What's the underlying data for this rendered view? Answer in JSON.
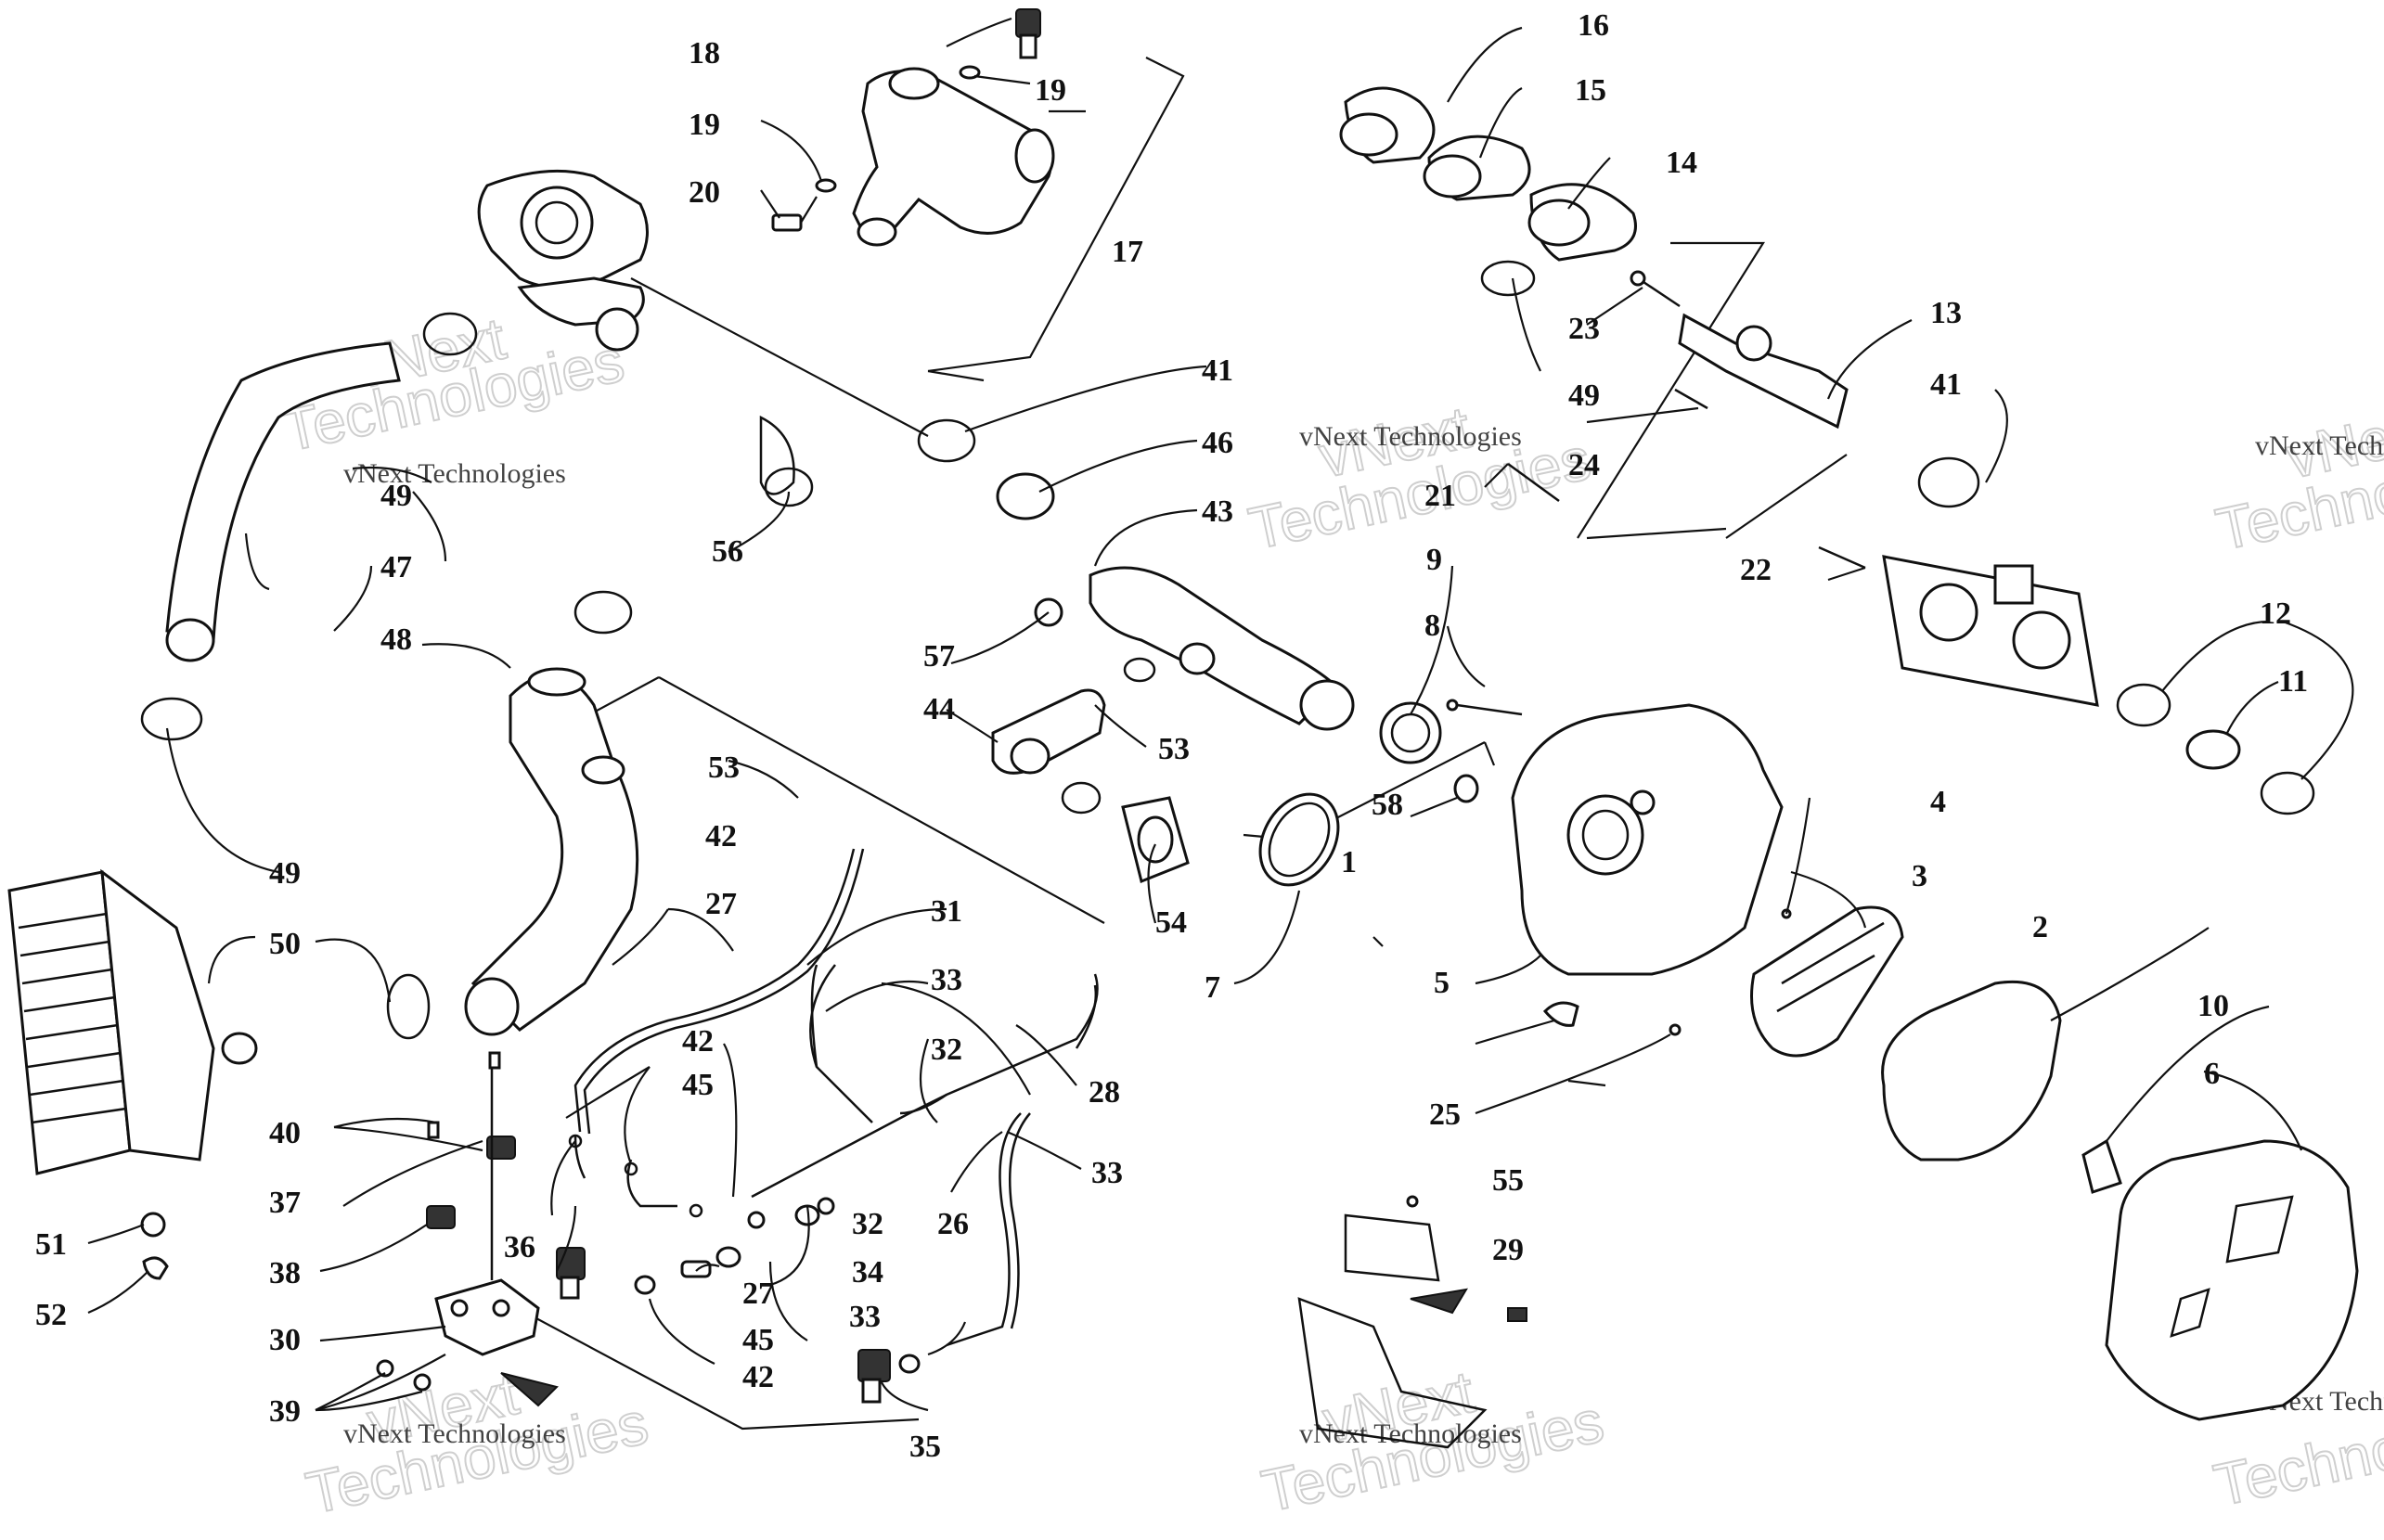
{
  "diagram": {
    "watermark": {
      "line1": "vNext Technologies",
      "line2_a": "vNext",
      "line2_b": "Technologies"
    },
    "callouts": [
      {
        "id": "c1",
        "label": "1"
      },
      {
        "id": "c2",
        "label": "2"
      },
      {
        "id": "c3",
        "label": "3"
      },
      {
        "id": "c4",
        "label": "4"
      },
      {
        "id": "c5",
        "label": "5"
      },
      {
        "id": "c6",
        "label": "6"
      },
      {
        "id": "c7",
        "label": "7"
      },
      {
        "id": "c8",
        "label": "8"
      },
      {
        "id": "c9",
        "label": "9"
      },
      {
        "id": "c10",
        "label": "10"
      },
      {
        "id": "c11",
        "label": "11"
      },
      {
        "id": "c12",
        "label": "12"
      },
      {
        "id": "c13",
        "label": "13"
      },
      {
        "id": "c14",
        "label": "14"
      },
      {
        "id": "c15",
        "label": "15"
      },
      {
        "id": "c16",
        "label": "16"
      },
      {
        "id": "c17",
        "label": "17"
      },
      {
        "id": "c18",
        "label": "18"
      },
      {
        "id": "c19a",
        "label": "19"
      },
      {
        "id": "c19b",
        "label": "19"
      },
      {
        "id": "c20",
        "label": "20"
      },
      {
        "id": "c21",
        "label": "21"
      },
      {
        "id": "c22",
        "label": "22"
      },
      {
        "id": "c23",
        "label": "23"
      },
      {
        "id": "c24",
        "label": "24"
      },
      {
        "id": "c25",
        "label": "25"
      },
      {
        "id": "c26",
        "label": "26"
      },
      {
        "id": "c27a",
        "label": "27"
      },
      {
        "id": "c27b",
        "label": "27"
      },
      {
        "id": "c28",
        "label": "28"
      },
      {
        "id": "c29",
        "label": "29"
      },
      {
        "id": "c30",
        "label": "30"
      },
      {
        "id": "c31",
        "label": "31"
      },
      {
        "id": "c32a",
        "label": "32"
      },
      {
        "id": "c32b",
        "label": "32"
      },
      {
        "id": "c33a",
        "label": "33"
      },
      {
        "id": "c33b",
        "label": "33"
      },
      {
        "id": "c33c",
        "label": "33"
      },
      {
        "id": "c34",
        "label": "34"
      },
      {
        "id": "c35",
        "label": "35"
      },
      {
        "id": "c36",
        "label": "36"
      },
      {
        "id": "c37",
        "label": "37"
      },
      {
        "id": "c38",
        "label": "38"
      },
      {
        "id": "c39",
        "label": "39"
      },
      {
        "id": "c40",
        "label": "40"
      },
      {
        "id": "c41a",
        "label": "41"
      },
      {
        "id": "c41b",
        "label": "41"
      },
      {
        "id": "c42a",
        "label": "42"
      },
      {
        "id": "c42b",
        "label": "42"
      },
      {
        "id": "c42c",
        "label": "42"
      },
      {
        "id": "c43",
        "label": "43"
      },
      {
        "id": "c44",
        "label": "44"
      },
      {
        "id": "c45a",
        "label": "45"
      },
      {
        "id": "c45b",
        "label": "45"
      },
      {
        "id": "c46",
        "label": "46"
      },
      {
        "id": "c47",
        "label": "47"
      },
      {
        "id": "c48",
        "label": "48"
      },
      {
        "id": "c49a",
        "label": "49"
      },
      {
        "id": "c49b",
        "label": "49"
      },
      {
        "id": "c49c",
        "label": "49"
      },
      {
        "id": "c50",
        "label": "50"
      },
      {
        "id": "c51",
        "label": "51"
      },
      {
        "id": "c52",
        "label": "52"
      },
      {
        "id": "c53a",
        "label": "53"
      },
      {
        "id": "c53b",
        "label": "53"
      },
      {
        "id": "c54",
        "label": "54"
      },
      {
        "id": "c55",
        "label": "55"
      },
      {
        "id": "c56",
        "label": "56"
      },
      {
        "id": "c57",
        "label": "57"
      },
      {
        "id": "c58",
        "label": "58"
      }
    ]
  }
}
